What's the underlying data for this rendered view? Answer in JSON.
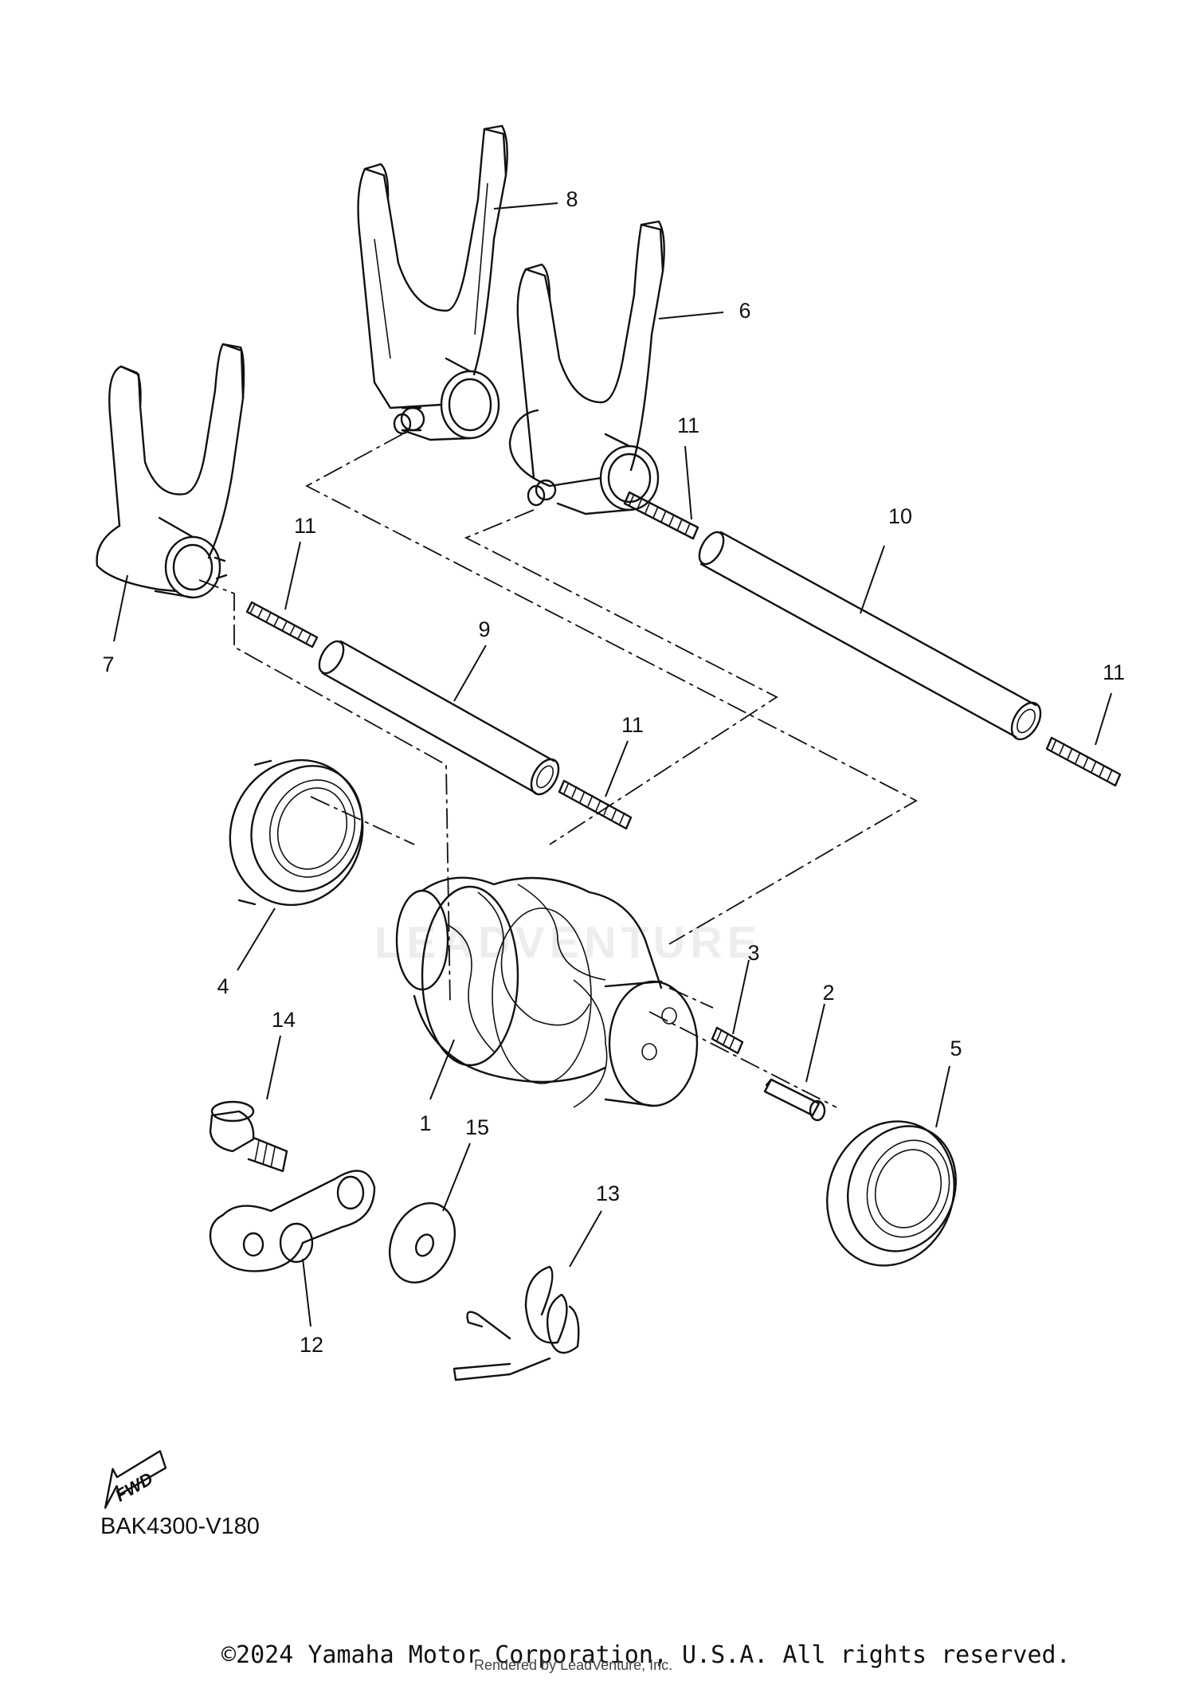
{
  "diagram": {
    "code": "BAK4300-V180",
    "fwd_label": "FWD",
    "callouts": [
      {
        "id": "c1",
        "label": "1"
      },
      {
        "id": "c2",
        "label": "2"
      },
      {
        "id": "c3",
        "label": "3"
      },
      {
        "id": "c4",
        "label": "4"
      },
      {
        "id": "c5",
        "label": "5"
      },
      {
        "id": "c6",
        "label": "6"
      },
      {
        "id": "c7",
        "label": "7"
      },
      {
        "id": "c8",
        "label": "8"
      },
      {
        "id": "c9",
        "label": "9"
      },
      {
        "id": "c10",
        "label": "10"
      },
      {
        "id": "c11a",
        "label": "11"
      },
      {
        "id": "c11b",
        "label": "11"
      },
      {
        "id": "c11c",
        "label": "11"
      },
      {
        "id": "c11d",
        "label": "11"
      },
      {
        "id": "c12",
        "label": "12"
      },
      {
        "id": "c13",
        "label": "13"
      },
      {
        "id": "c14",
        "label": "14"
      },
      {
        "id": "c15",
        "label": "15"
      }
    ]
  },
  "footer": {
    "copyright": "©2024 Yamaha Motor Corporation, U.S.A. All rights reserved.",
    "rendered_by": "Rendered by LeadVenture, Inc."
  },
  "watermark": "LEADVENTURE",
  "colors": {
    "line": "#111111",
    "background": "#ffffff",
    "watermark": "#ededed"
  }
}
